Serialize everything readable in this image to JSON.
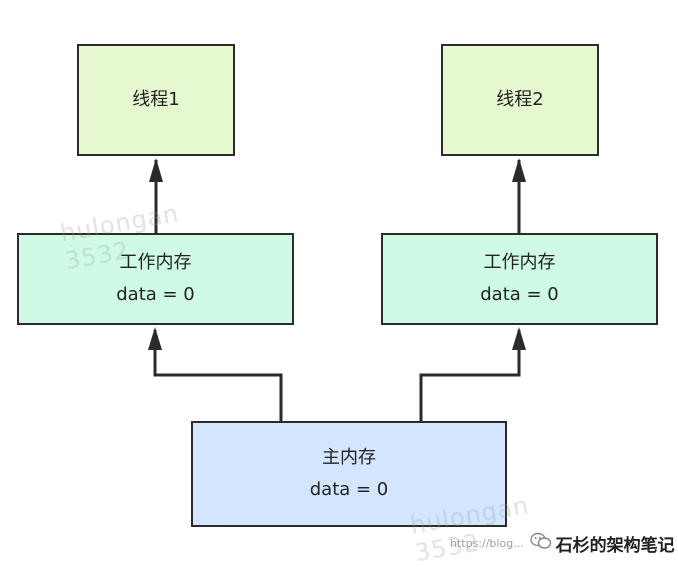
{
  "nodes": {
    "thread1": {
      "label": "线程1"
    },
    "thread2": {
      "label": "线程2"
    },
    "work_mem_1": {
      "title": "工作内存",
      "value": "data = 0"
    },
    "work_mem_2": {
      "title": "工作内存",
      "value": "data = 0"
    },
    "main_mem": {
      "title": "主内存",
      "value": "data = 0"
    }
  },
  "colors": {
    "thread_fill": "#e6f8cf",
    "work_mem_fill": "#cffbe6",
    "main_mem_fill": "#d4e6ff",
    "stroke": "#2b2b2b"
  },
  "watermarks": {
    "upper": "hulongan\n3532",
    "lower": "hulongan\n3532"
  },
  "footer": {
    "url": "https://blog...",
    "brand": "石杉的架构笔记"
  }
}
